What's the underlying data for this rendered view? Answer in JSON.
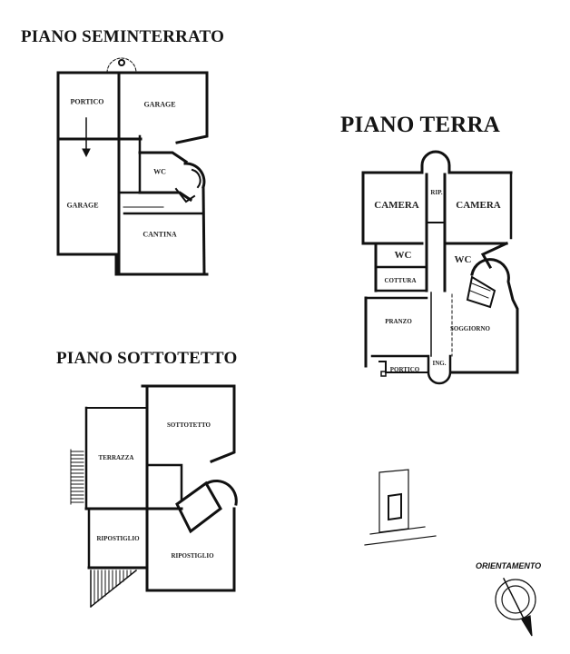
{
  "floors": {
    "seminterrato": {
      "title": "PIANO SEMINTERRATO",
      "rooms": [
        "PORTICO",
        "GARAGE",
        "WC",
        "GARAGE",
        "CANTINA"
      ]
    },
    "terra": {
      "title": "PIANO TERRA",
      "rooms": [
        "CAMERA",
        "RIP.",
        "CAMERA",
        "WC",
        "WC",
        "COTTURA",
        "PRANZO",
        "SOGGIORNO",
        "ING.",
        "PORTICO"
      ]
    },
    "sottotetto": {
      "title": "PIANO SOTTOTETTO",
      "rooms": [
        "SOTTOTETTO",
        "TERRAZZA",
        "RIPOSTIGLIO",
        "RIPOSTIGLIO"
      ]
    }
  },
  "legend": {
    "orientation_label": "ORIENTAMENTO",
    "compass_icon": "compass-north-arrow",
    "site_plan_icon": "site-plan"
  },
  "colors": {
    "ink": "#151515",
    "background": "#ffffff"
  }
}
